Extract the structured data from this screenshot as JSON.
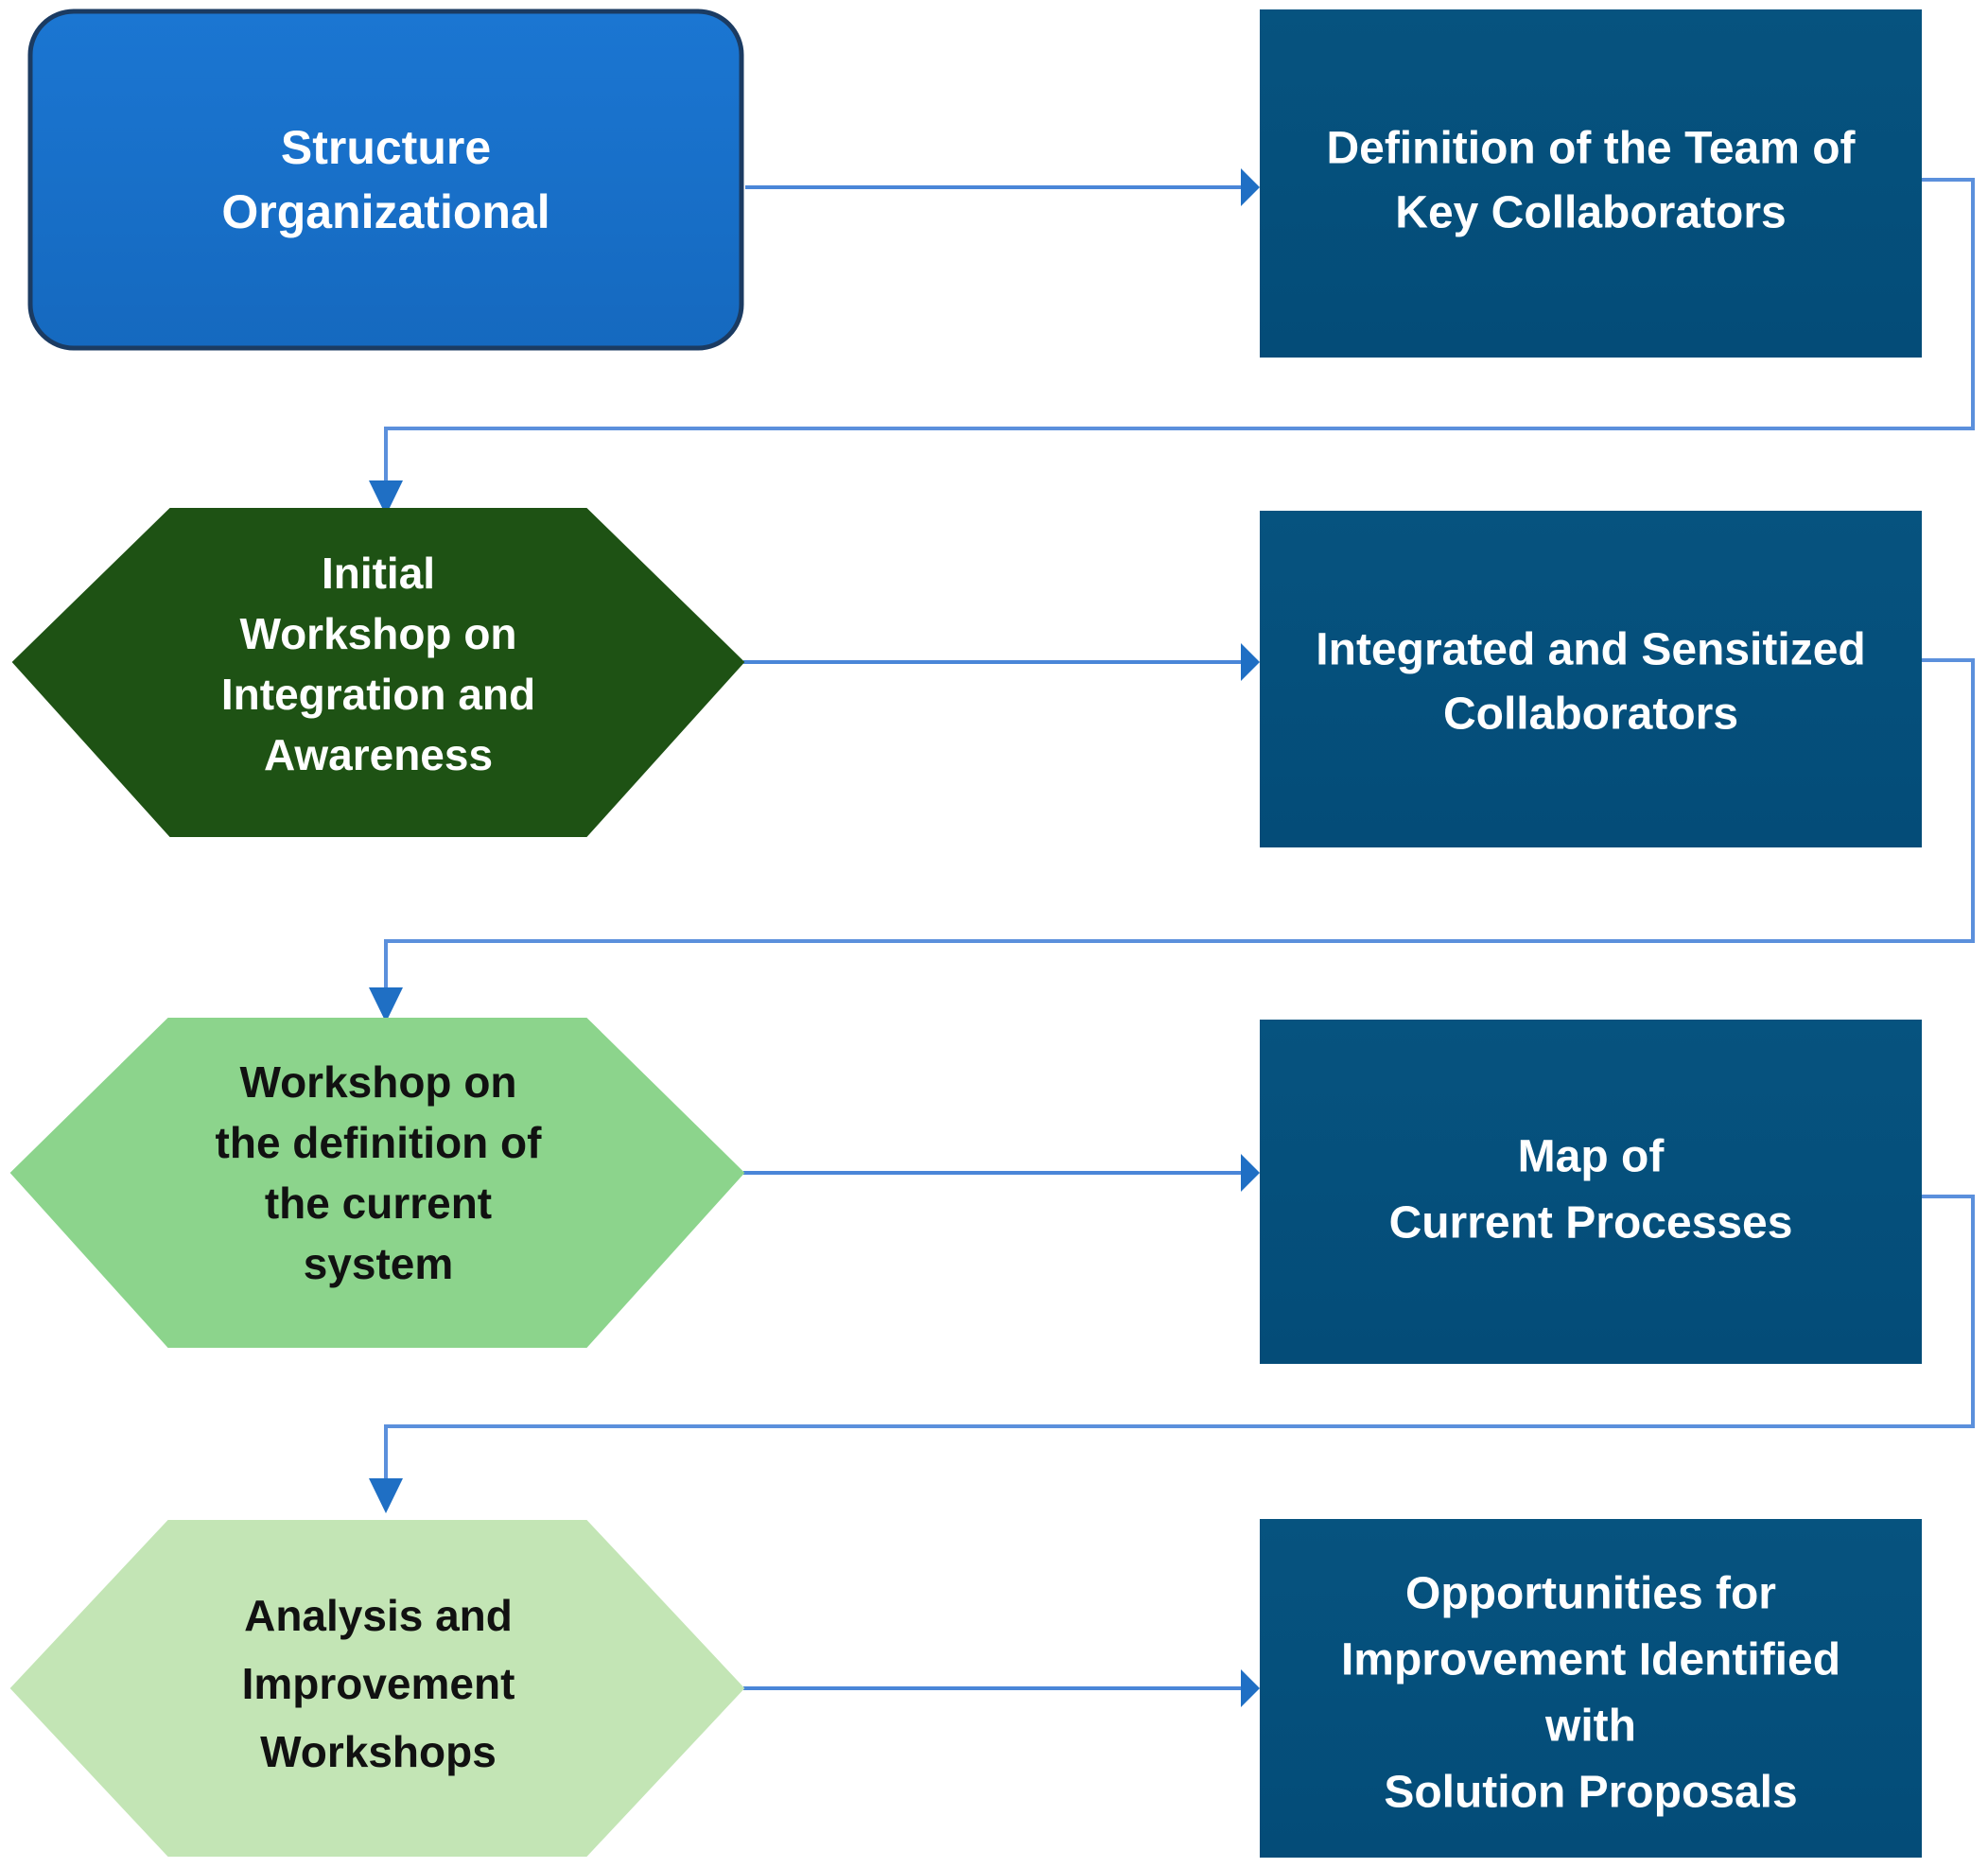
{
  "diagram": {
    "title": "Organizational Structure Improvement Process Flow",
    "type": "flowchart",
    "orientation": "left-to-right with vertical feedback routing",
    "palette": {
      "process_blue": "#1972CD",
      "output_navy": "#05507F",
      "hex_dark_green": "#1E5214",
      "hex_mid_green": "#8CD48C",
      "hex_light_green": "#C3E5B5",
      "connector_blue": "#4A86D8",
      "arrow_blue": "#1F6FC4",
      "text_light": "#FFFFFF",
      "text_dark": "#111111",
      "background": "#FFFFFF"
    },
    "rows": [
      {
        "id": "row-1",
        "activity": {
          "name": "structure-organizational",
          "shape": "rounded-rectangle",
          "fill": "#1972CD",
          "text_color": "#FFFFFF",
          "lines": [
            "Structure",
            "Organizational"
          ]
        },
        "output": {
          "name": "definition-of-team-of-key-collaborators",
          "shape": "rectangle",
          "fill": "#05507F",
          "text_color": "#FFFFFF",
          "lines": [
            "Definition of the Team of",
            "Key Collaborators"
          ]
        }
      },
      {
        "id": "row-2",
        "activity": {
          "name": "initial-workshop-on-integration-and-awareness",
          "shape": "hexagon",
          "fill": "#1E5214",
          "text_color": "#FFFFFF",
          "lines": [
            "Initial",
            "Workshop on",
            "Integration and",
            "Awareness"
          ]
        },
        "output": {
          "name": "integrated-and-sensitized-collaborators",
          "shape": "rectangle",
          "fill": "#05507F",
          "text_color": "#FFFFFF",
          "lines": [
            "Integrated and Sensitized",
            "Collaborators"
          ]
        }
      },
      {
        "id": "row-3",
        "activity": {
          "name": "workshop-on-the-definition-of-the-current-system",
          "shape": "hexagon",
          "fill": "#8CD48C",
          "text_color": "#111111",
          "lines": [
            "Workshop on",
            "the definition of",
            "the current",
            "system"
          ]
        },
        "output": {
          "name": "map-of-current-processes",
          "shape": "rectangle",
          "fill": "#05507F",
          "text_color": "#FFFFFF",
          "lines": [
            "Map of",
            "Current Processes"
          ]
        }
      },
      {
        "id": "row-4",
        "activity": {
          "name": "analysis-and-improvement-workshops",
          "shape": "hexagon",
          "fill": "#C3E5B5",
          "text_color": "#111111",
          "lines": [
            "Analysis and",
            "Improvement",
            "Workshops"
          ]
        },
        "output": {
          "name": "opportunities-for-improvement-identified-with-solution-proposals",
          "shape": "rectangle",
          "fill": "#05507F",
          "text_color": "#FFFFFF",
          "lines": [
            "Opportunities for",
            "Improvement Identified",
            "with",
            "Solution Proposals"
          ]
        }
      }
    ],
    "connectors": [
      {
        "name": "connector-row1-activity-to-output",
        "from": "structure-organizational",
        "to": "definition-of-team-of-key-collaborators",
        "style": "straight-arrow"
      },
      {
        "name": "connector-row1-output-to-row2-activity",
        "from": "definition-of-team-of-key-collaborators",
        "to": "initial-workshop-on-integration-and-awareness",
        "style": "elbow-arrow"
      },
      {
        "name": "connector-row2-activity-to-output",
        "from": "initial-workshop-on-integration-and-awareness",
        "to": "integrated-and-sensitized-collaborators",
        "style": "straight-arrow"
      },
      {
        "name": "connector-row2-output-to-row3-activity",
        "from": "integrated-and-sensitized-collaborators",
        "to": "workshop-on-the-definition-of-the-current-system",
        "style": "elbow-arrow"
      },
      {
        "name": "connector-row3-activity-to-output",
        "from": "workshop-on-the-definition-of-the-current-system",
        "to": "map-of-current-processes",
        "style": "straight-arrow"
      },
      {
        "name": "connector-row3-output-to-row4-activity",
        "from": "map-of-current-processes",
        "to": "analysis-and-improvement-workshops",
        "style": "elbow-arrow"
      },
      {
        "name": "connector-row4-activity-to-output",
        "from": "analysis-and-improvement-workshops",
        "to": "opportunities-for-improvement-identified-with-solution-proposals",
        "style": "straight-arrow"
      }
    ]
  },
  "text_nodes": {
    "n1_l1": "Structure",
    "n1_l2": "Organizational",
    "n2_l1": "Definition of the Team of",
    "n2_l2": "Key Collaborators",
    "n3_l1": "Initial",
    "n3_l2": "Workshop on",
    "n3_l3": "Integration and",
    "n3_l4": "Awareness",
    "n4_l1": "Integrated and Sensitized",
    "n4_l2": "Collaborators",
    "n5_l1": "Workshop on",
    "n5_l2": "the definition of",
    "n5_l3": "the current",
    "n5_l4": "system",
    "n6_l1": "Map of",
    "n6_l2": "Current Processes",
    "n7_l1": "Analysis and",
    "n7_l2": "Improvement",
    "n7_l3": "Workshops",
    "n8_l1": "Opportunities for",
    "n8_l2": "Improvement Identified",
    "n8_l3": "with",
    "n8_l4": "Solution Proposals"
  }
}
